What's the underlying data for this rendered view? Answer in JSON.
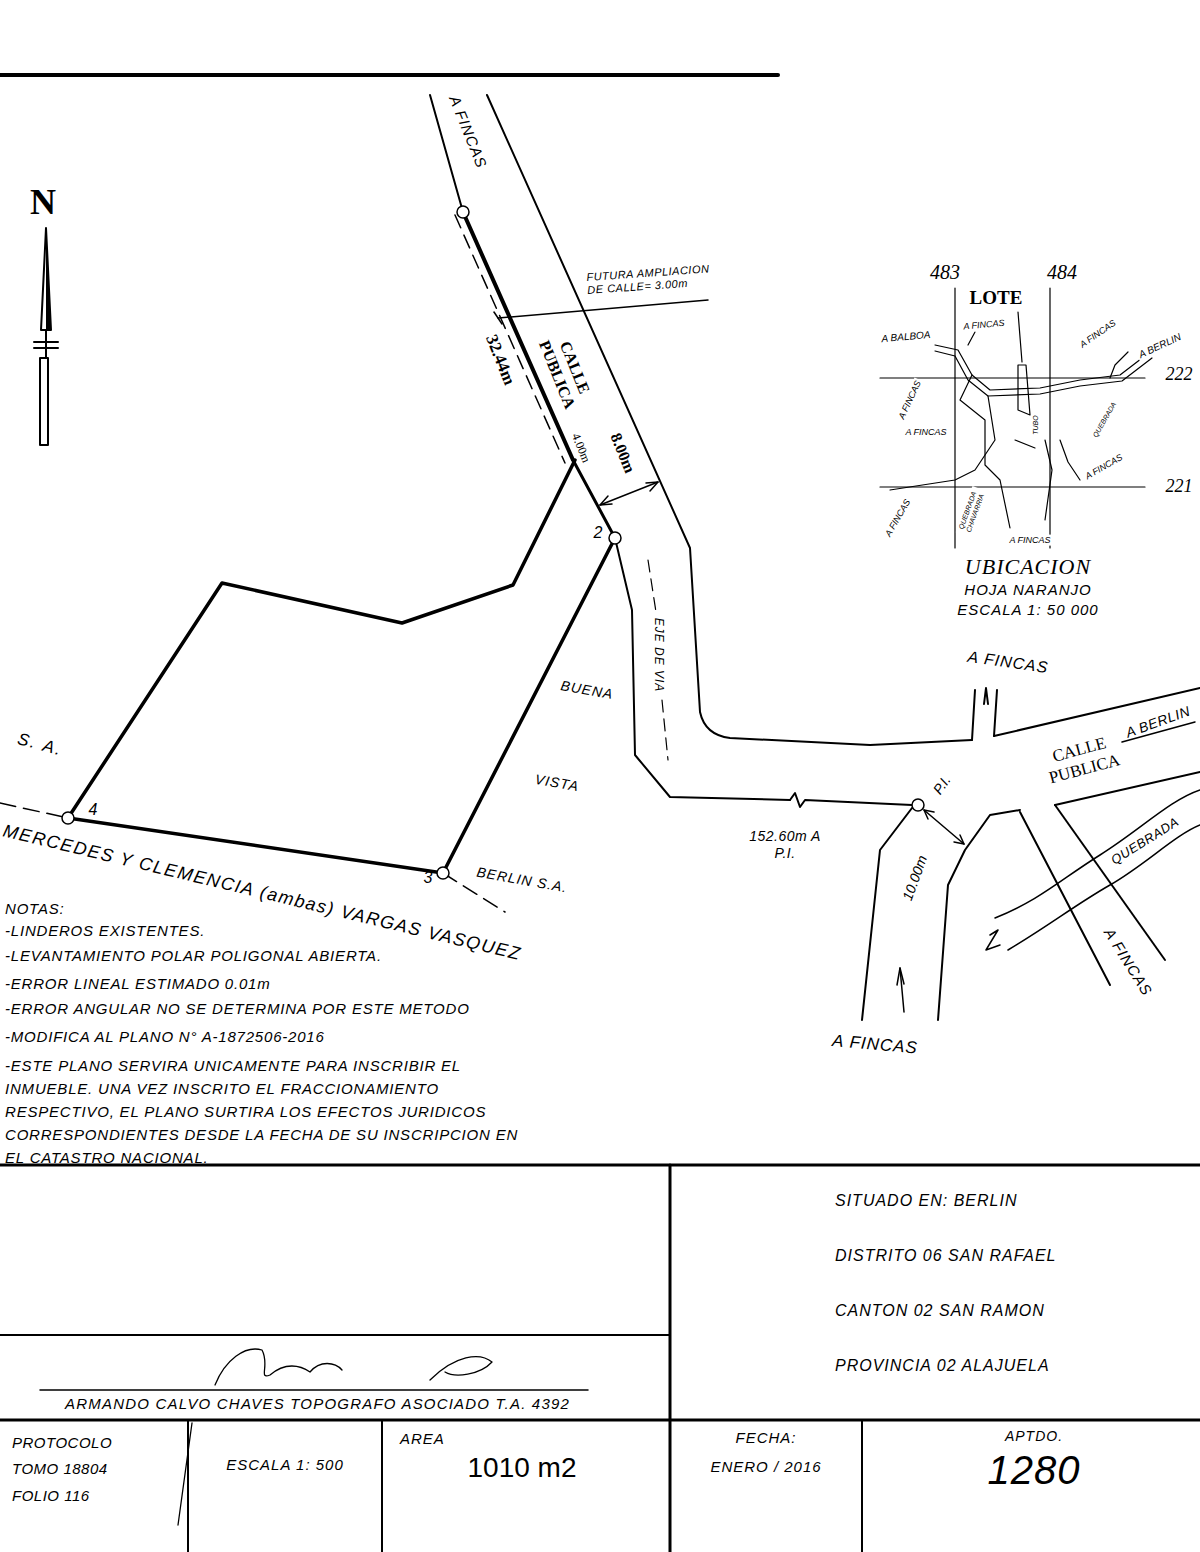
{
  "diagram": {
    "nodes": [
      {
        "text": [
          "SITUADO EN: BERLIN",
          "DISTRITO 06 SAN RAFAEL",
          "CANTON 02 SAN RAMON",
          "PROVINCIA 02 ALAJUELA"
        ]
      },
      {
        "text": [
          "ARMANDO CALVO CHAVES TOPOGRAFO ASOCIADO T.A. 4392"
        ]
      },
      {
        "text": [
          "PROTOCOLO TOMO 18804 FOLIO 116"
        ]
      },
      {
        "text": [
          "ESCALA 1: 500"
        ]
      },
      {
        "text": [
          "AREA",
          "1010 m2"
        ]
      },
      {
        "text": [
          "FECHA:",
          "ENERO / 2016"
        ]
      },
      {
        "text": [
          "APTDO.",
          "1280"
        ]
      }
    ],
    "labels": [
      "A FINCAS",
      "N",
      "FUTURA AMPLIACION DE CALLE= 3.00m",
      "CALLE PUBLICA",
      "32.44m",
      "4.00m",
      "8.00m",
      "2",
      "EJE DE VIA",
      "BUENA",
      "VISTA",
      "BERLIN S.A.",
      "S. A.",
      "4",
      "3",
      "MERCEDES Y CLEMENCIA (ambas) VARGAS VASQUEZ",
      "152.60m A P.I.",
      "P.I.",
      "10.00m",
      "A FINCAS",
      "CALLE PUBLICA",
      "A BERLIN",
      "QUEBRADA",
      "A FINCAS",
      "A FINCAS",
      "483",
      "484",
      "LOTE",
      "A BALBOA",
      "A FINCAS",
      "A FINCAS",
      "A BERLIN",
      "222",
      "A FINCAS",
      "A FINCAS",
      "TUBO",
      "QUEBRADA",
      "A FINCAS",
      "221",
      "A FINCAS",
      "QUEBRADA CHAVARRIA",
      "A FINCAS",
      "UBICACION",
      "HOJA NARANJO",
      "ESCALA 1: 50 000",
      "NOTAS:",
      "-LINDEROS EXISTENTES.",
      "-LEVANTAMIENTO POLAR POLIGONAL ABIERTA.",
      "-ERROR LINEAL ESTIMADO 0.01m",
      "-ERROR ANGULAR NO SE DETERMINA POR ESTE METODO",
      "-MODIFICA AL PLANO N° A-1872506-2016",
      "-ESTE PLANO SERVIRA UNICAMENTE PARA INSCRIBIR EL INMUEBLE. UNA VEZ INSCRITO EL FRACCIONAMIENTO RESPECTIVO, EL PLANO SURTIRA LOS EFECTOS JURIDICOS CORRESPONDIENTES DESDE LA FECHA DE SU INSCRIPCION EN EL CATASTRO NACIONAL."
    ]
  }
}
